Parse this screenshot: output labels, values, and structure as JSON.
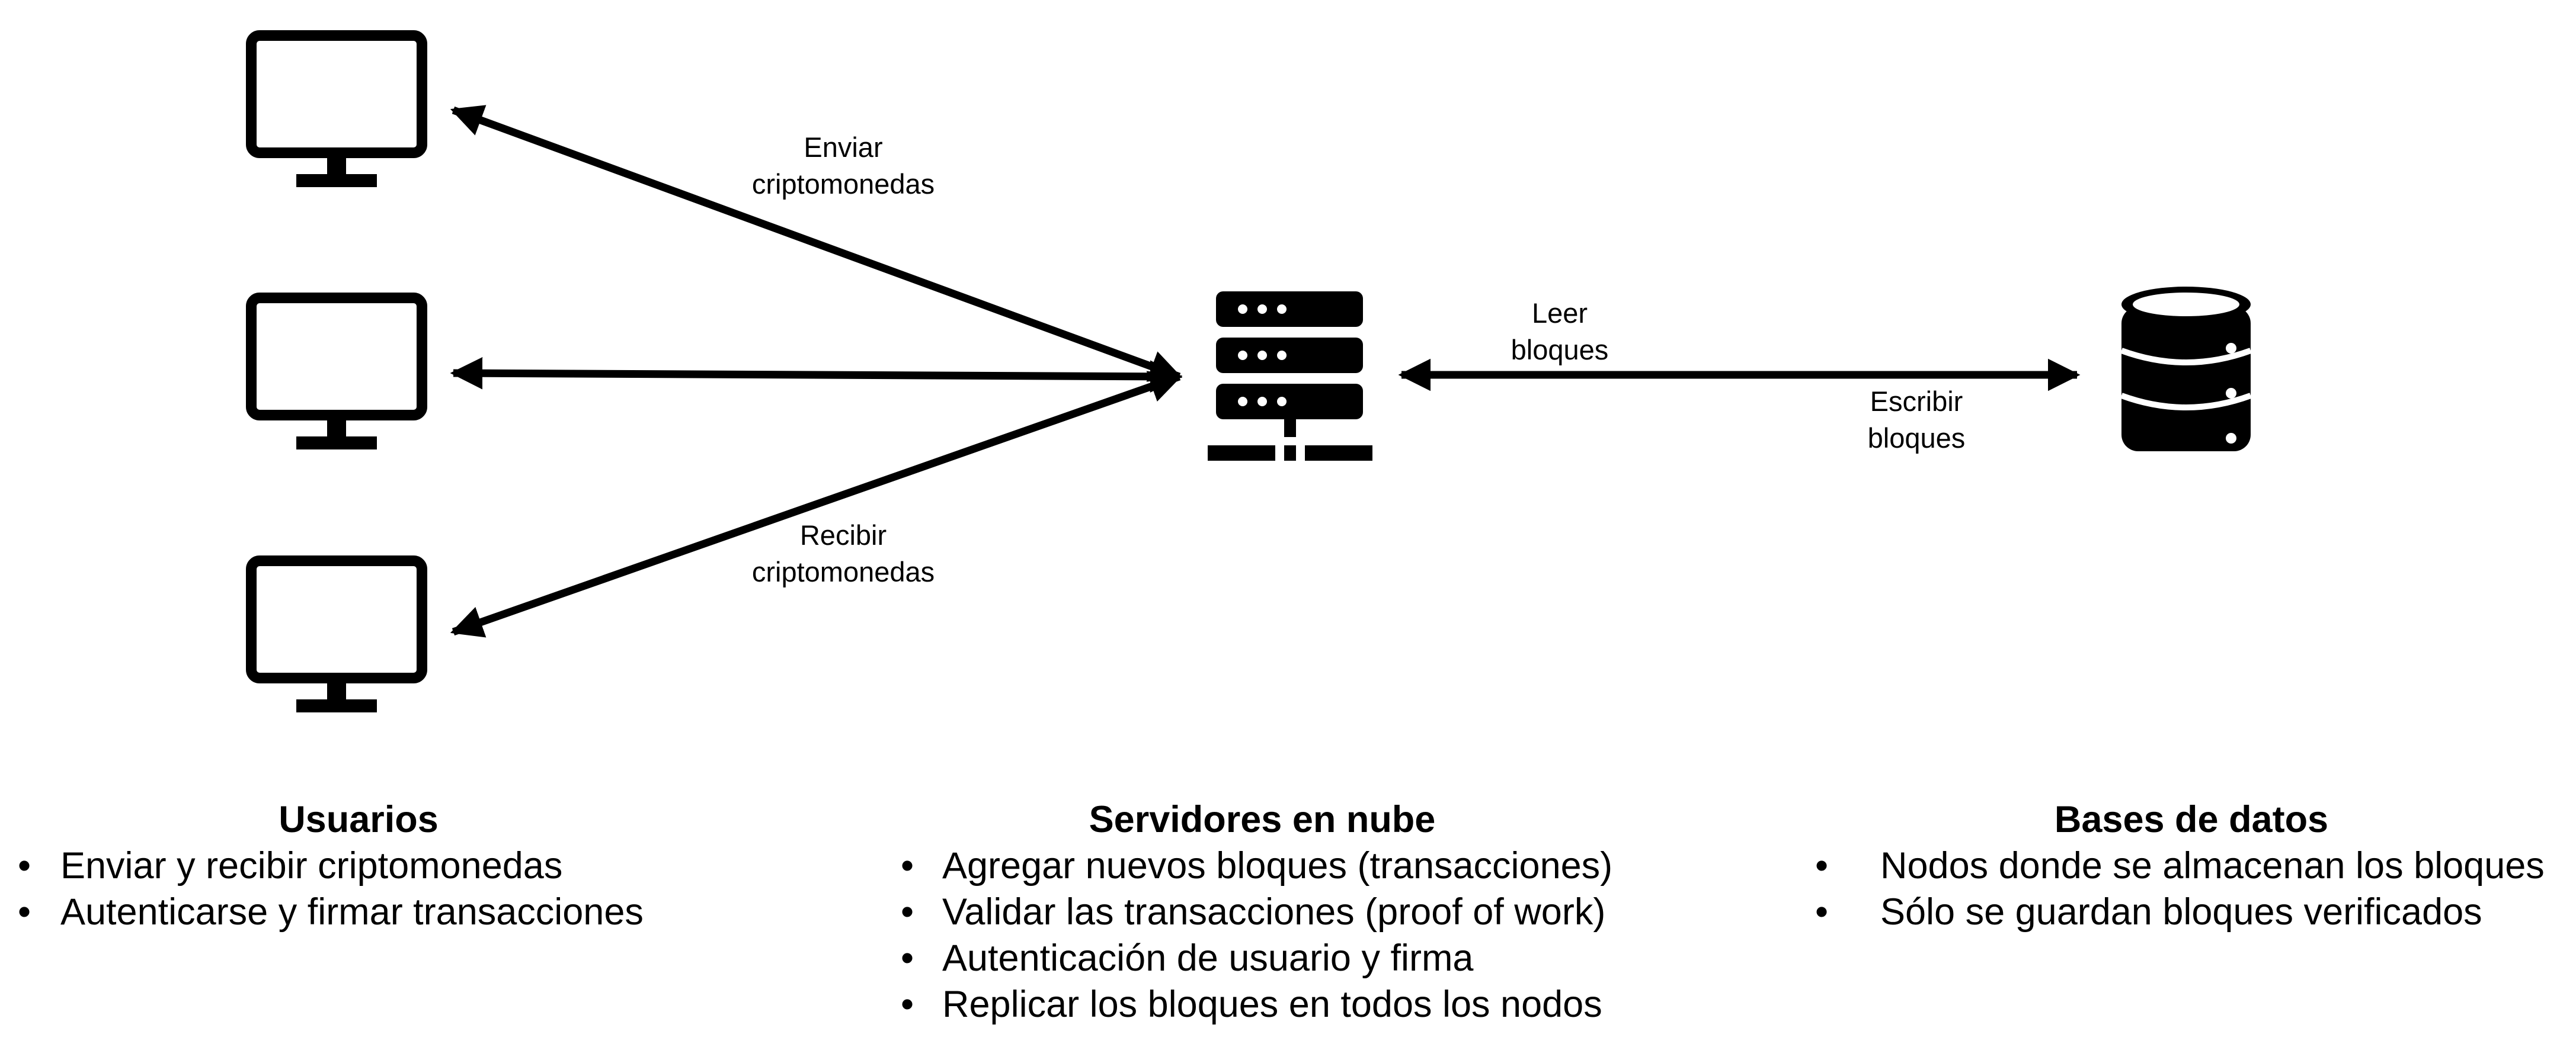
{
  "edges": {
    "send": [
      "Enviar",
      "criptomonedas"
    ],
    "receive": [
      "Recibir",
      "criptomonedas"
    ],
    "read": [
      "Leer",
      "bloques"
    ],
    "write": [
      "Escribir",
      "bloques"
    ]
  },
  "nodes": {
    "users": {
      "title": "Usuarios",
      "icon": "monitor-icon",
      "items": [
        "Enviar y recibir criptomonedas",
        "Autenticarse y firmar transacciones"
      ]
    },
    "servers": {
      "title": "Servidores en nube",
      "icon": "server-icon",
      "items": [
        "Agregar nuevos bloques (transacciones)",
        "Validar las transacciones (proof of work)",
        "Autenticación de usuario y firma",
        "Replicar los bloques en todos los nodos"
      ]
    },
    "databases": {
      "title": "Bases de datos",
      "icon": "database-icon",
      "items": [
        "Nodos donde se almacenan los bloques",
        "Sólo se guardan bloques verificados"
      ]
    }
  },
  "colors": {
    "foreground": "#000000",
    "background": "#ffffff"
  }
}
